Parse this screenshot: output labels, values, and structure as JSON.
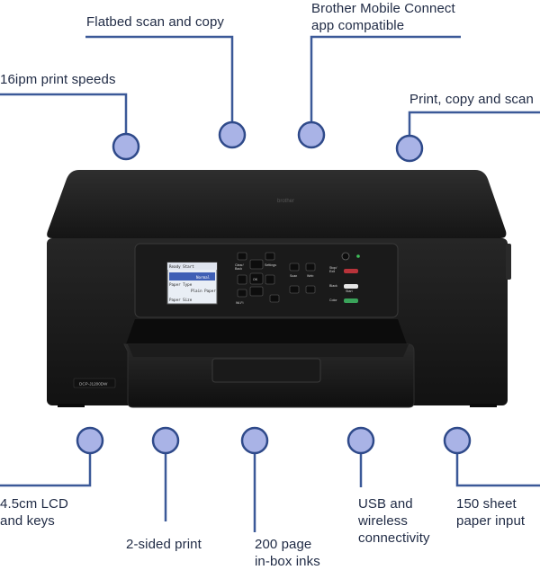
{
  "callouts": {
    "flatbed": "Flatbed scan and copy",
    "mobile_connect": "Brother Mobile Connect\napp compatible",
    "print_speed": "16ipm print speeds",
    "print_copy_scan": "Print, copy and scan",
    "lcd_keys": "4.5cm LCD\nand keys",
    "two_sided": "2-sided print",
    "inks": "200 page\nin-box inks",
    "usb_wireless": "USB and\nwireless\nconnectivity",
    "paper_input": "150 sheet\npaper input"
  },
  "printer": {
    "brand": "brother",
    "model": "DCP-J1200DW",
    "lcd": {
      "line1": "Ready Start",
      "line2": "Normal",
      "line3": "Paper Type",
      "line4": "Plain Paper",
      "line5": "Paper Size"
    },
    "keys": {
      "clear_back": "Clear/\nBack",
      "settings": "Settings",
      "ok": "OK",
      "wifi": "Wi-Fi",
      "scan": "Scan",
      "web": "Web",
      "stop_exit": "Stop/\nExit",
      "black": "Black",
      "start": "Start",
      "color": "Color"
    }
  },
  "colors": {
    "accent_line": "#3b5998",
    "dot_fill": "#a9b3e6",
    "dot_stroke": "#2f4a8a",
    "printer_body": "#1e1e1e"
  }
}
